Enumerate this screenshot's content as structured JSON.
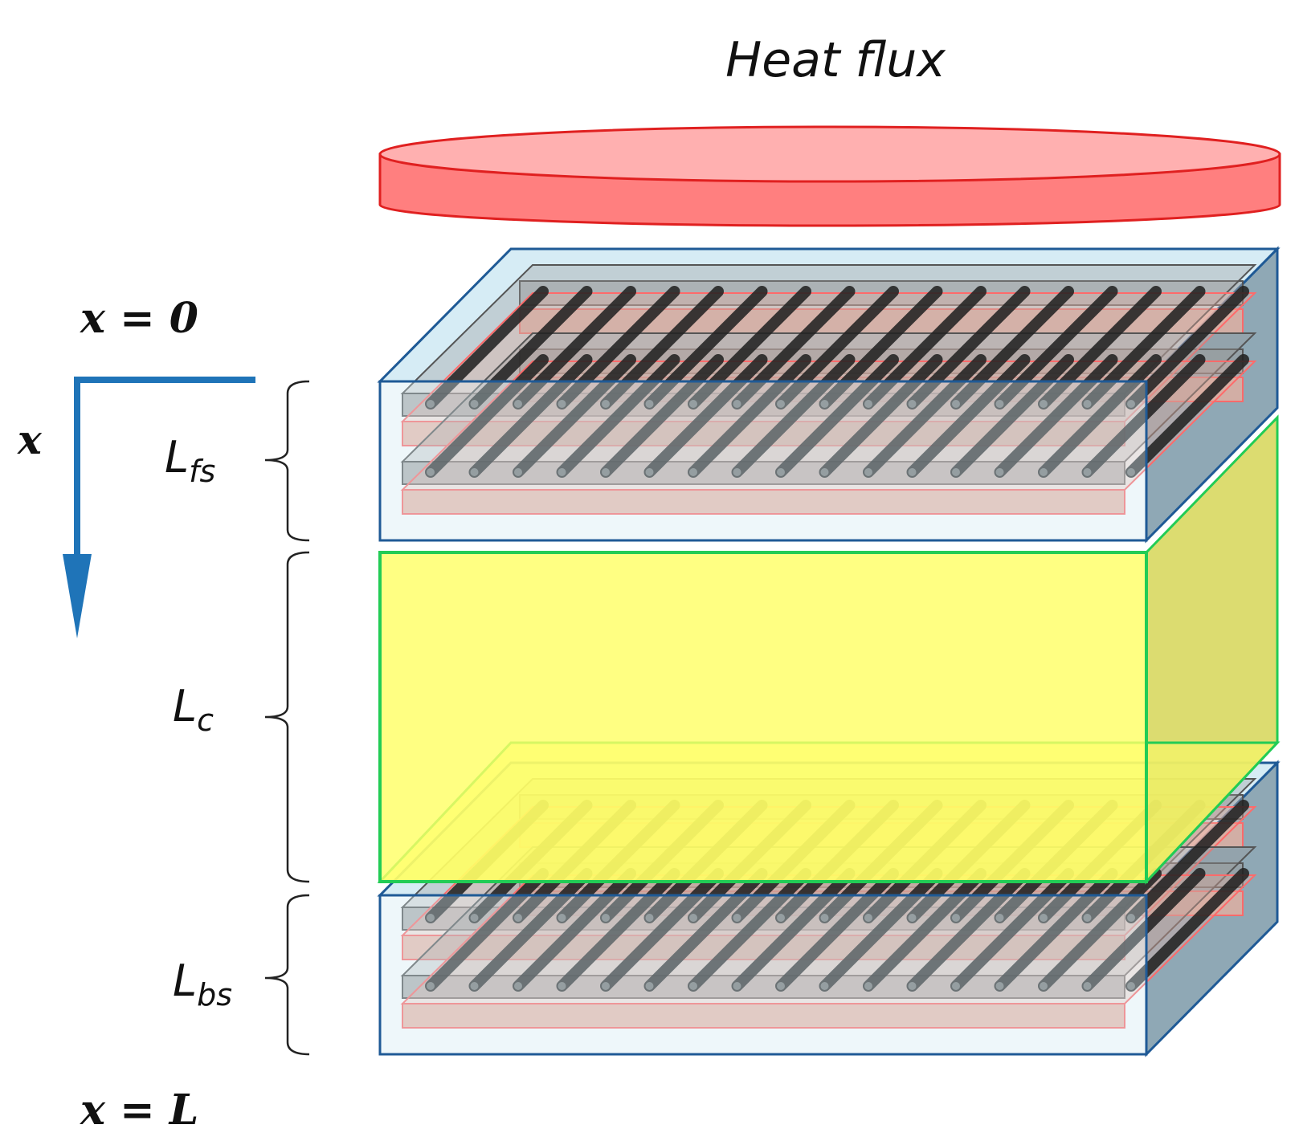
{
  "title": "Heat flux",
  "top_position_label": "x = 0",
  "bottom_position_label": "x = L",
  "axis_label": "x",
  "layers": [
    {
      "id": "front-skin",
      "main": "L",
      "sub": "fs"
    },
    {
      "id": "core",
      "main": "L",
      "sub": "c"
    },
    {
      "id": "back-skin",
      "main": "L",
      "sub": "bs"
    }
  ],
  "colors": {
    "heat_source": "#ff7f7f",
    "skin": "#cfe8f2",
    "skin_edge": "#1f5a96",
    "core": "#ffff66",
    "core_edge": "#22cc55",
    "axis_arrow": "#1f74b8",
    "rod": "#222222",
    "ply_gray": "#9a9a9a",
    "ply_red": "#e8b0a0"
  }
}
